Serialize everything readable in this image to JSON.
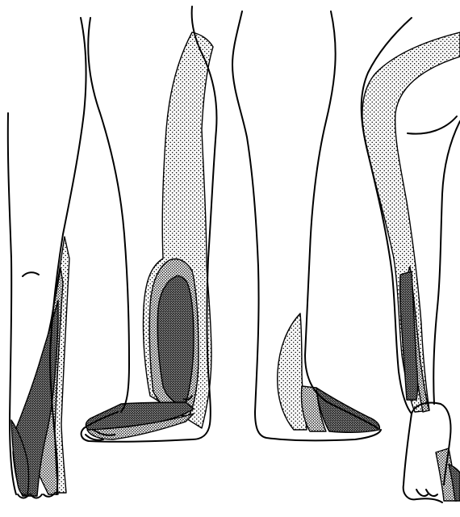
{
  "figure": {
    "views": [
      {
        "id": "view-1"
      },
      {
        "id": "view-2"
      },
      {
        "id": "view-3"
      },
      {
        "id": "view-4"
      }
    ],
    "shading": {
      "light": "fine-dot-pattern",
      "medium": "medium-dot-pattern",
      "dark": "dense-dark-pattern"
    },
    "colors": {
      "ink": "#000000",
      "paper": "#ffffff"
    }
  }
}
